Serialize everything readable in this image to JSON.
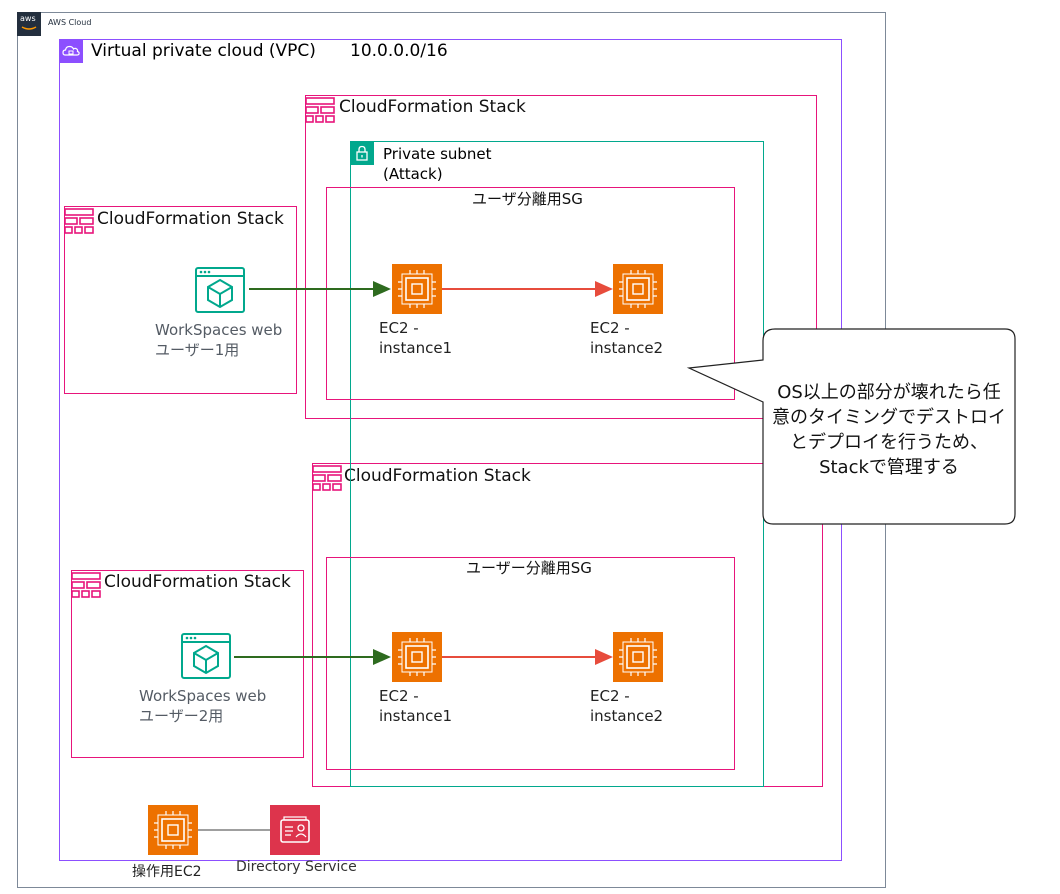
{
  "aws_cloud": {
    "label": "AWS Cloud",
    "logo_text": "aws"
  },
  "vpc": {
    "title": "Virtual private cloud (VPC)",
    "cidr": "10.0.0.0/16"
  },
  "subnet": {
    "line1": "Private subnet",
    "line2": "(Attack)"
  },
  "stack_label": "CloudFormation Stack",
  "sg_top": {
    "label": "ユーザ分離用SG"
  },
  "sg_bottom": {
    "label": "ユーザー分離用SG"
  },
  "workspace1": {
    "line1": "WorkSpaces web",
    "line2": "ユーザー1用"
  },
  "workspace2": {
    "line1": "WorkSpaces web",
    "line2": "ユーザー2用"
  },
  "ec2_instance1": {
    "line1": "EC2 -",
    "line2": "instance1"
  },
  "ec2_instance2": {
    "line1": "EC2 -",
    "line2": "instance2"
  },
  "ops_ec2": {
    "label": "操作用EC2"
  },
  "directory_service": {
    "label": "Directory Service"
  },
  "callout": {
    "line1": "OS以上の部分が壊れたら任",
    "line2": "意のタイミングでデストロイ",
    "line3": "とデプロイを行うため、",
    "line4": "Stackで管理する"
  },
  "colors": {
    "aws_border": "#7d8998",
    "vpc_border": "#8c4fff",
    "stack_border": "#e7157b",
    "subnet_border": "#01a88d",
    "ec2_fill": "#ed7100",
    "workspaces": "#01a88d",
    "directory_fill": "#dd344c",
    "arrow_green": "#2e6b1f",
    "arrow_red": "#e74c3c"
  }
}
